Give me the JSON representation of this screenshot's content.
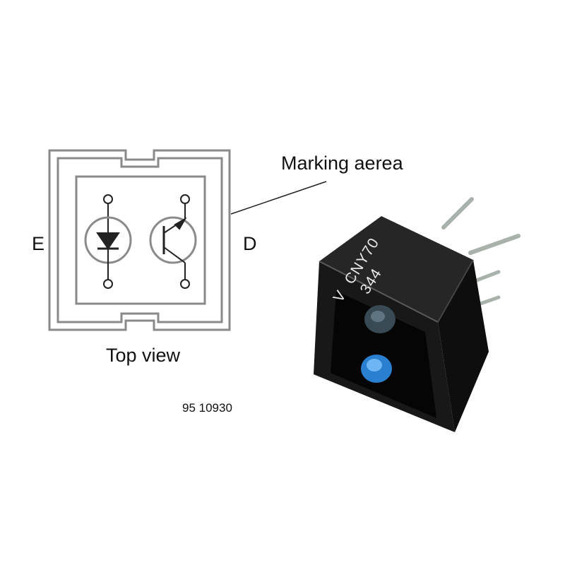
{
  "labels": {
    "marking_area": "Marking aerea",
    "left_side": "E",
    "right_side": "D",
    "view": "Top view",
    "drawing_number": "95 10930"
  },
  "component_marking": {
    "line1": "CNY70",
    "line2": "344",
    "symbol": "V"
  },
  "symbols": {
    "left": "diode-icon",
    "right": "phototransistor-icon"
  },
  "colors": {
    "outline": "#8a8a8a",
    "schematic": "#222222",
    "body": "#141414",
    "lens": "#2a7fd0"
  }
}
